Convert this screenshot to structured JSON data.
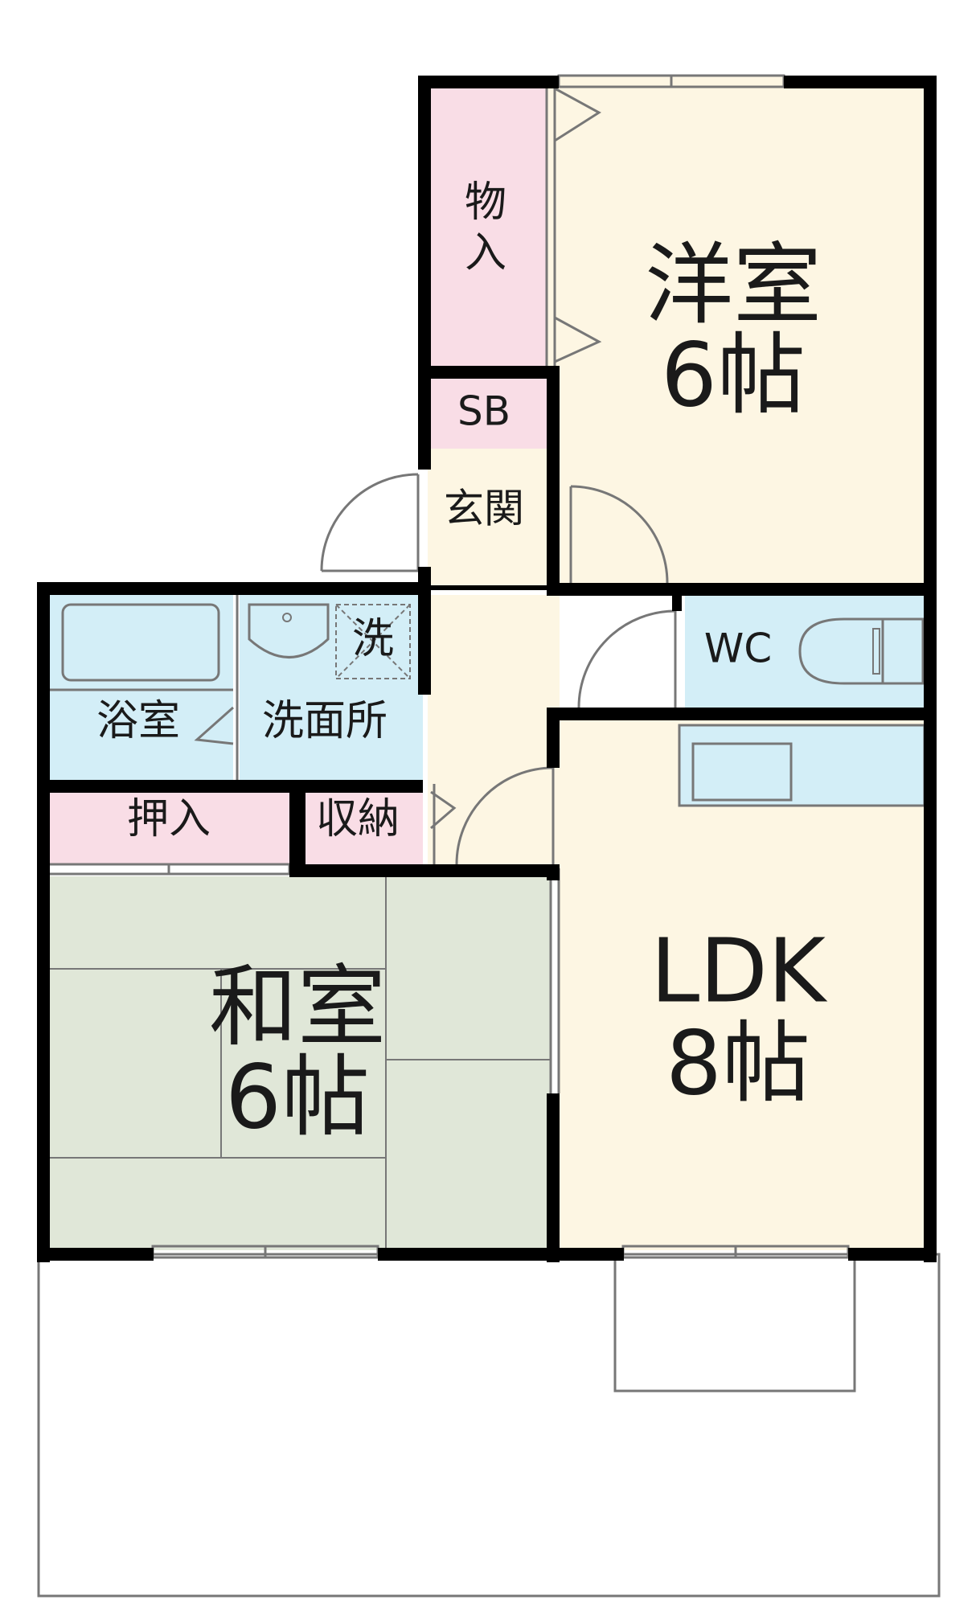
{
  "floorplan": {
    "rooms": {
      "yoshitsu": {
        "name": "洋室",
        "size": "6帖"
      },
      "washitsu": {
        "name": "和室",
        "size": "6帖"
      },
      "ldk": {
        "name": "LDK",
        "size": "8帖"
      },
      "closet_mono": {
        "name_l1": "物",
        "name_l2": "入"
      },
      "sb": {
        "name": "SB"
      },
      "genkan": {
        "name": "玄関"
      },
      "wc": {
        "name": "WC"
      },
      "bath": {
        "name": "浴室"
      },
      "senmen": {
        "name": "洗面所"
      },
      "washer": {
        "name": "洗"
      },
      "oshiire": {
        "name": "押入"
      },
      "shuno": {
        "name": "収納"
      }
    },
    "colors": {
      "wall": "#000000",
      "western_floor": "#fdf6e3",
      "tatami": "#e0e7d8",
      "wet_area": "#d3eef7",
      "storage": "#f9dde6",
      "line": "#777777"
    }
  }
}
